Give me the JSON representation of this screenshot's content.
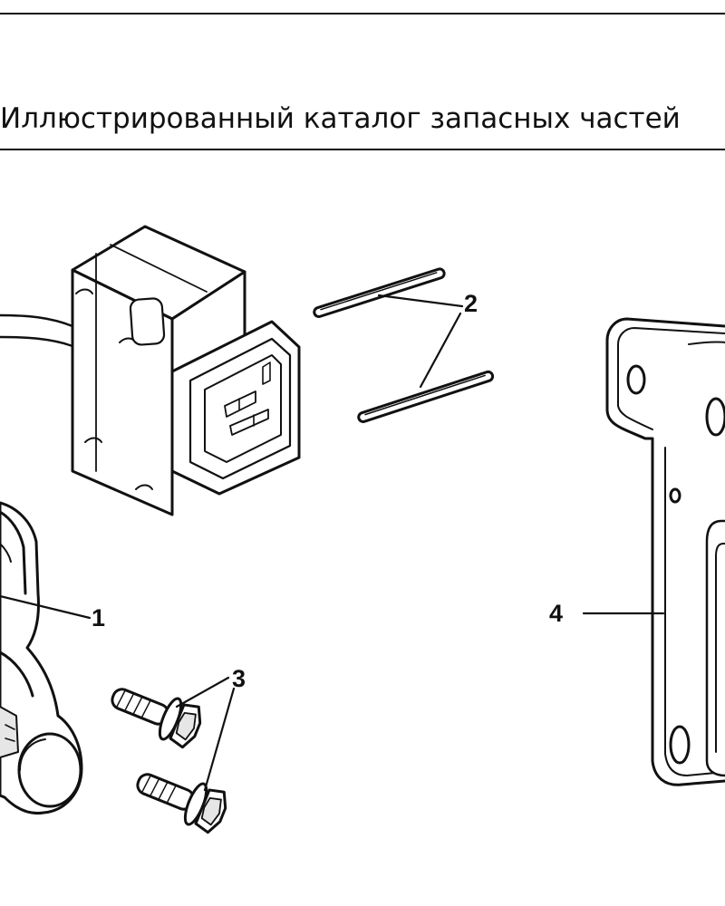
{
  "page": {
    "title": "Иллюстрированный каталог запасных частей"
  },
  "callouts": {
    "part_1": "1",
    "part_2": "2",
    "part_3": "3",
    "part_4": "4"
  },
  "colors": {
    "ink": "#111111",
    "paper": "#ffffff",
    "shade": "#e6e6e6"
  }
}
